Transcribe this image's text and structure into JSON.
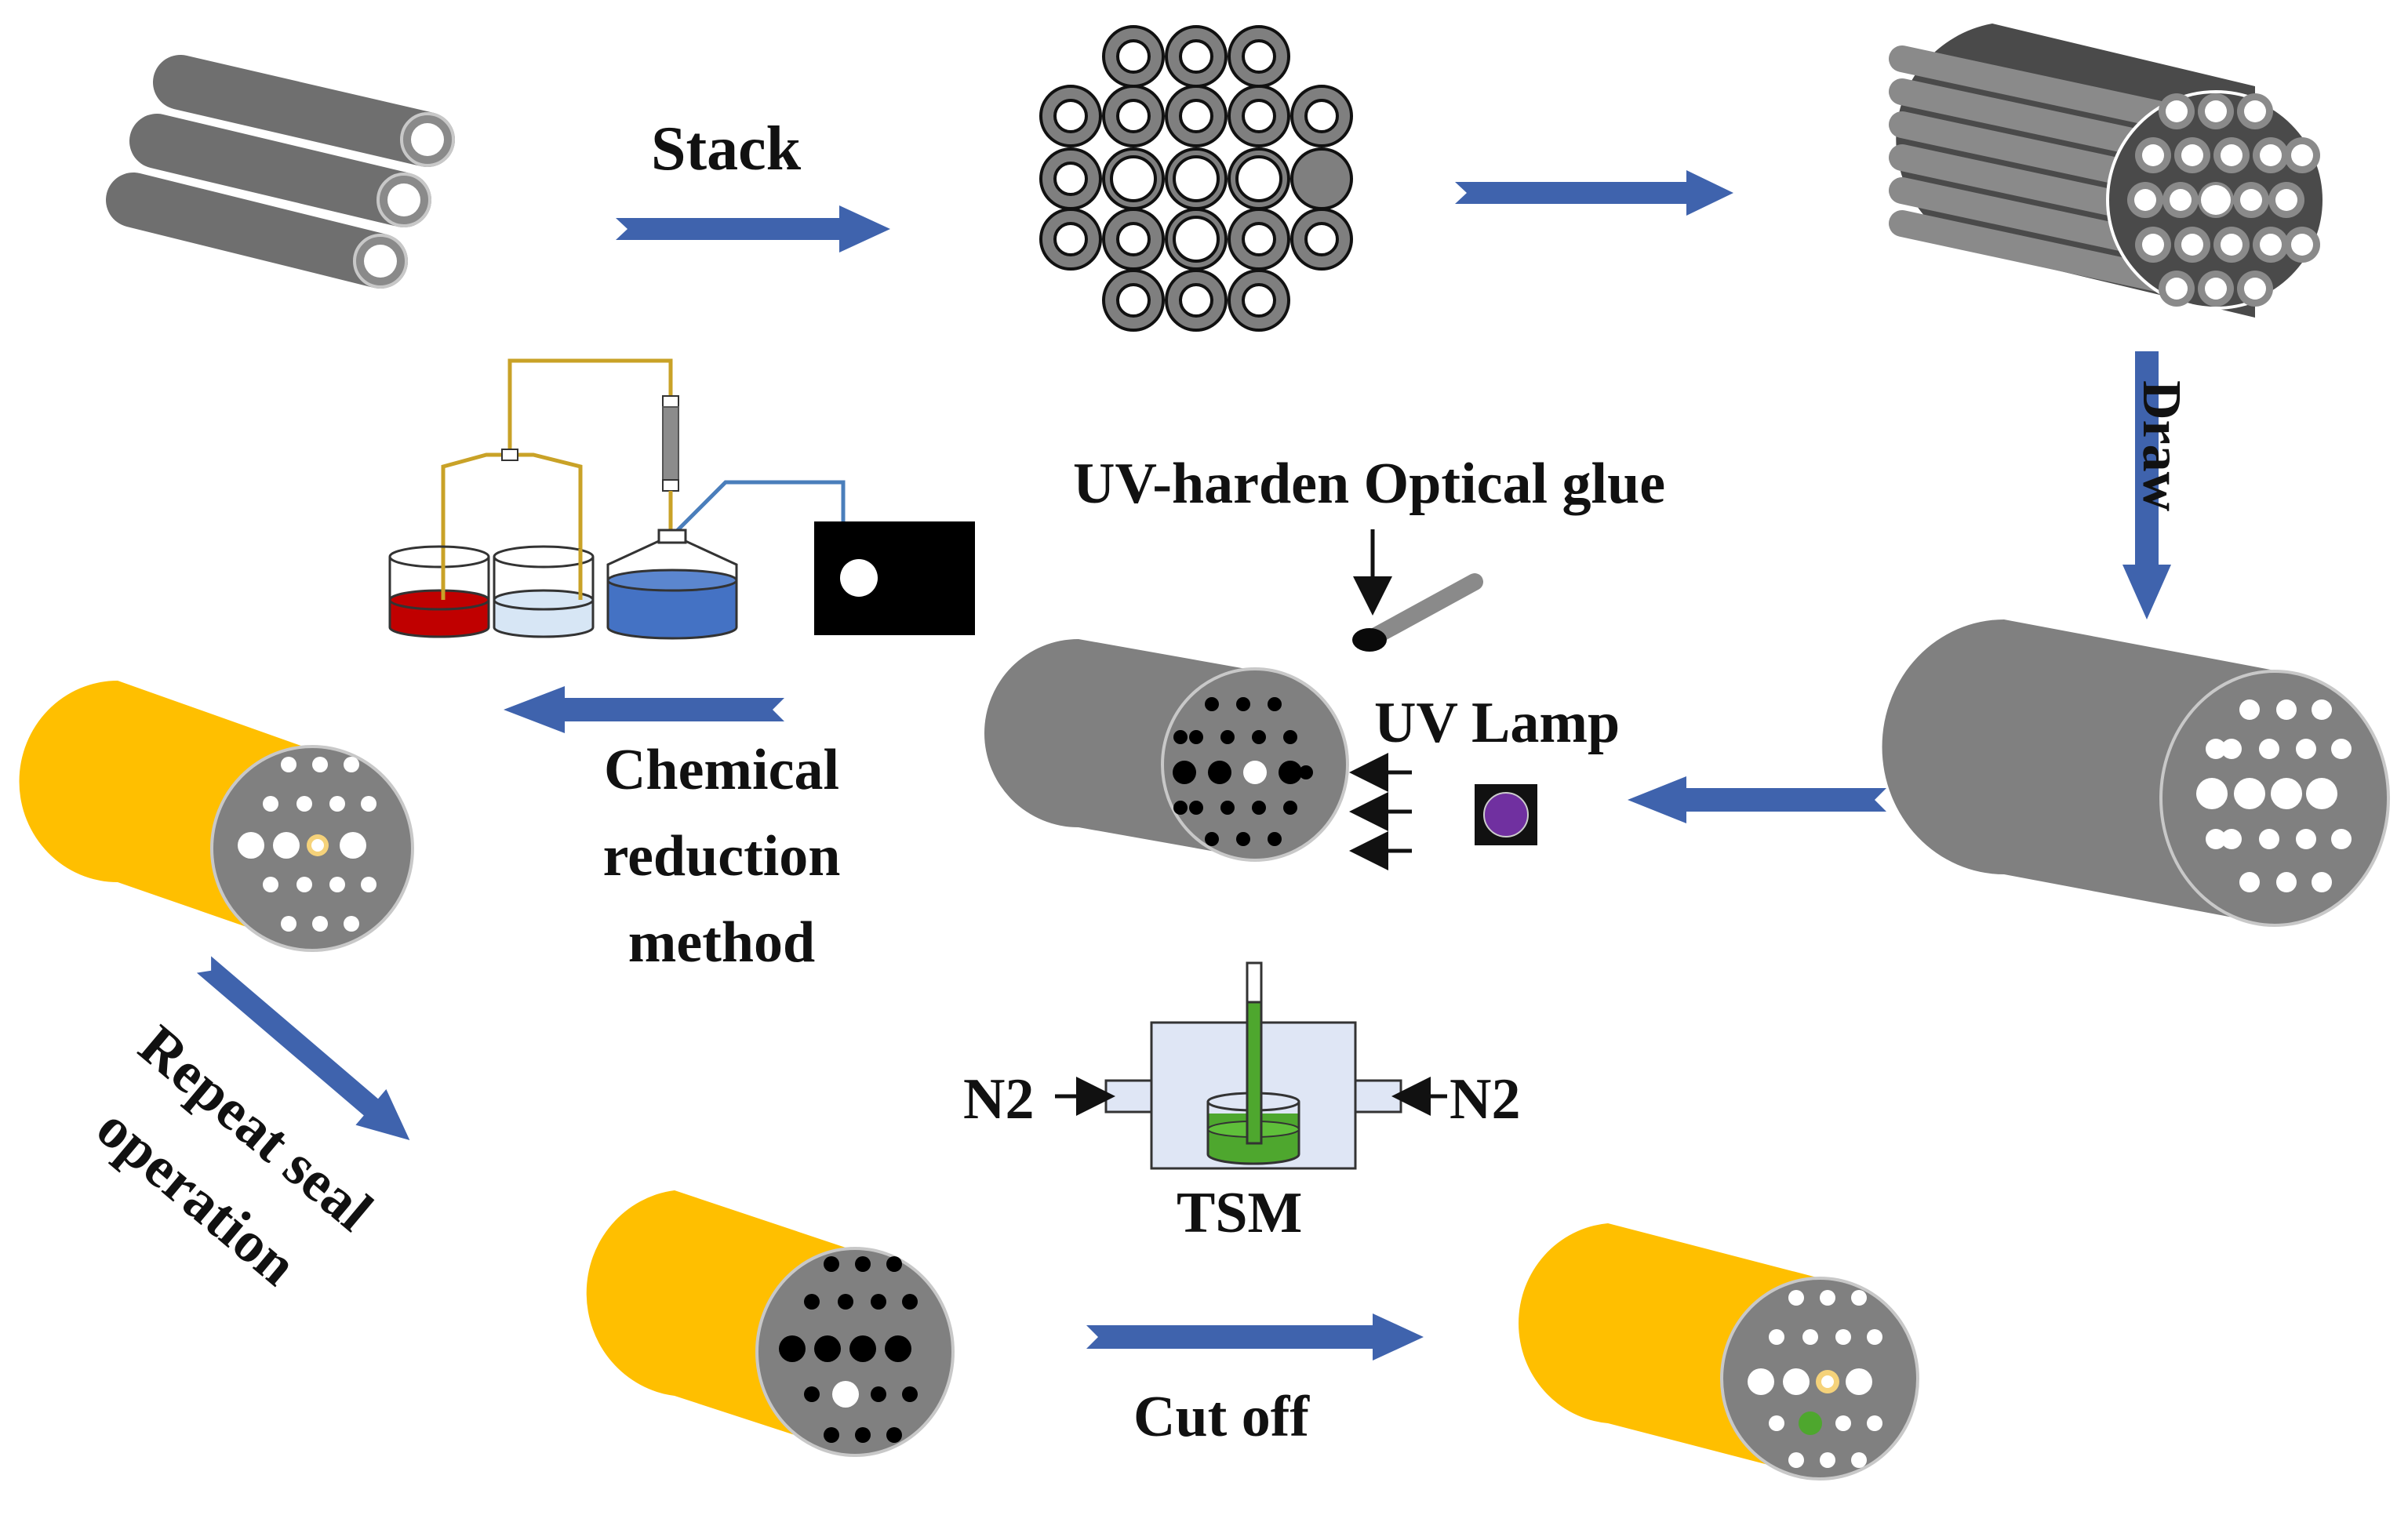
{
  "labels": {
    "stack": "Stack",
    "draw": "Draw",
    "uv_glue": "UV-harden Optical glue",
    "uv_lamp": "UV Lamp",
    "chemical": [
      "Chemical",
      "reduction",
      "method"
    ],
    "repeat": [
      "Repeat seal",
      "operation"
    ],
    "n2_left": "N2",
    "n2_right": "N2",
    "tsm": "TSM",
    "cut_off": "Cut off"
  },
  "colors": {
    "rod_gray": "#808080",
    "rod_dark": "#6e6e6e",
    "preform_dark": "#4a4a4a",
    "arrow_blue": "#3f63ad",
    "gold": "#ffbf00",
    "red_solution": "#c00000",
    "light_blue_solution": "#d7e6f5",
    "blue_solution": "#4472c4",
    "tube_gold": "#c9a227",
    "tube_blue": "#4a7ebb",
    "green_tsm": "#4ea72e",
    "chamber_bg": "#dfe6f5",
    "purple_lamp": "#7030a0"
  }
}
